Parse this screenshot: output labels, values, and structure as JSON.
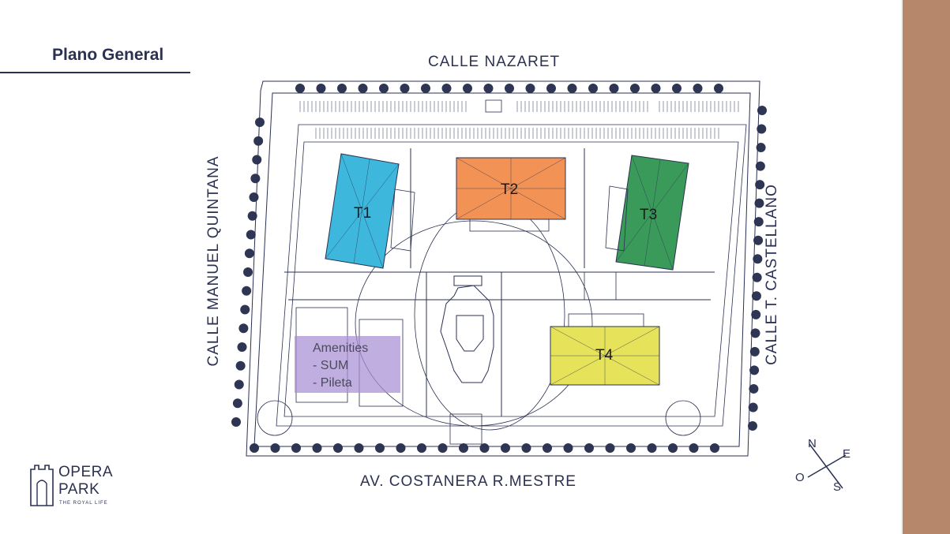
{
  "page": {
    "title": "Plano General"
  },
  "streets": {
    "top": "CALLE NAZARET",
    "bottom": "AV. COSTANERA R.MESTRE",
    "left": "CALLE MANUEL QUINTANA",
    "right": "CALLE T. CASTELLANO"
  },
  "towers": [
    {
      "label": "T1",
      "color": "#3db8dc"
    },
    {
      "label": "T2",
      "color": "#f29355"
    },
    {
      "label": "T3",
      "color": "#3a9a5a"
    },
    {
      "label": "T4",
      "color": "#e6e35a"
    }
  ],
  "amenities": {
    "label_1": "Amenities",
    "label_2": "- SUM",
    "label_3": "- Pileta",
    "color": "#a98fd4"
  },
  "brand": {
    "line_1": "OPERA",
    "line_2": "PARK",
    "tagline": "THE ROYAL LIFE",
    "color": "#2b3152"
  },
  "compass": {
    "n": "N",
    "e": "E",
    "s": "S",
    "o": "O"
  }
}
